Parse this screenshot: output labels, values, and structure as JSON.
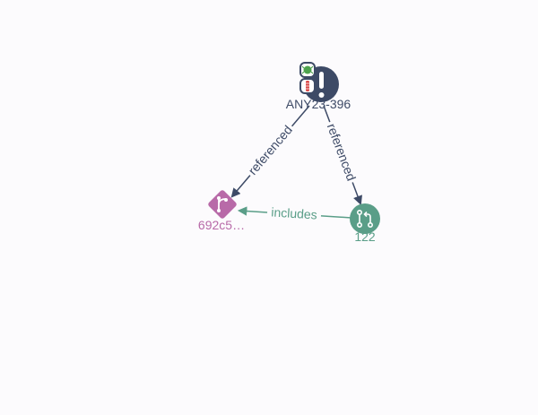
{
  "graph": {
    "nodes": {
      "issue": {
        "label": "ANY23-396",
        "icon": "exclamation-icon",
        "badges": [
          "bug-icon",
          "priority-icon"
        ],
        "color": "#3d4a66"
      },
      "commit": {
        "label": "692c5…",
        "icon": "git-commit-icon",
        "color": "#b86aa8"
      },
      "pull": {
        "label": "122",
        "icon": "pull-request-icon",
        "color": "#5a9e88"
      }
    },
    "edges": {
      "issue_commit": {
        "label": "referenced",
        "color": "#3d4a66"
      },
      "issue_pull": {
        "label": "referenced",
        "color": "#3d4a66"
      },
      "pull_commit": {
        "label": "includes",
        "color": "#5a9e88"
      }
    }
  }
}
